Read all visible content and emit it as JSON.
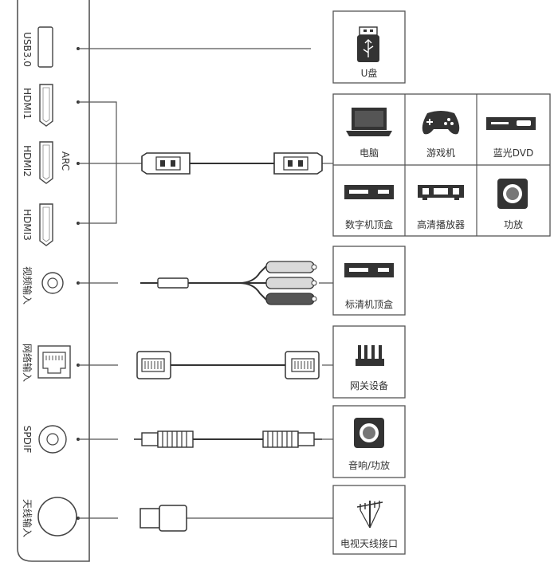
{
  "panel": {
    "ports": [
      {
        "label": "USB3.0"
      },
      {
        "label": "HDMI1"
      },
      {
        "label": "HDMI2"
      },
      {
        "label": "HDMI3"
      },
      {
        "label": "视频输入"
      },
      {
        "label": "网络输入"
      },
      {
        "label": "SPDIF"
      },
      {
        "label": "天线输入"
      }
    ],
    "arc_label": "ARC"
  },
  "devices": {
    "usb": "U盘",
    "hdmi": [
      "电脑",
      "游戏机",
      "蓝光DVD",
      "数字机顶盒",
      "高清播放器",
      "功放"
    ],
    "av": "标清机顶盒",
    "lan": "网关设备",
    "spdif": "音响/功放",
    "antenna": "电视天线接口"
  },
  "icons": {
    "usb_stick": "usb-stick-icon",
    "laptop": "laptop-icon",
    "gamepad": "gamepad-icon",
    "bluray": "bluray-player-icon",
    "settop": "settop-box-icon",
    "hd_player": "hd-player-icon",
    "amplifier": "amplifier-icon",
    "router": "router-icon",
    "speaker": "speaker-icon",
    "antenna": "antenna-icon"
  }
}
